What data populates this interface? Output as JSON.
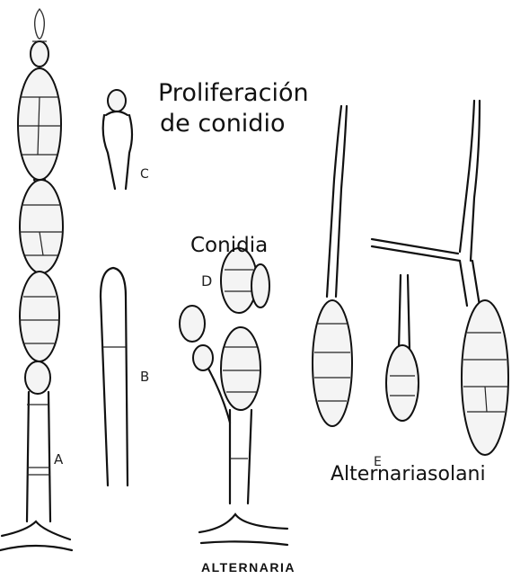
{
  "labels": {
    "title_line1": "Proliferación",
    "title_line2": "de conidio",
    "conidia": "Conidia",
    "a": "A",
    "b": "B",
    "c": "C",
    "d": "D",
    "e": "E",
    "species": "Alternariasolani",
    "caption": "ALTERNARIA"
  }
}
